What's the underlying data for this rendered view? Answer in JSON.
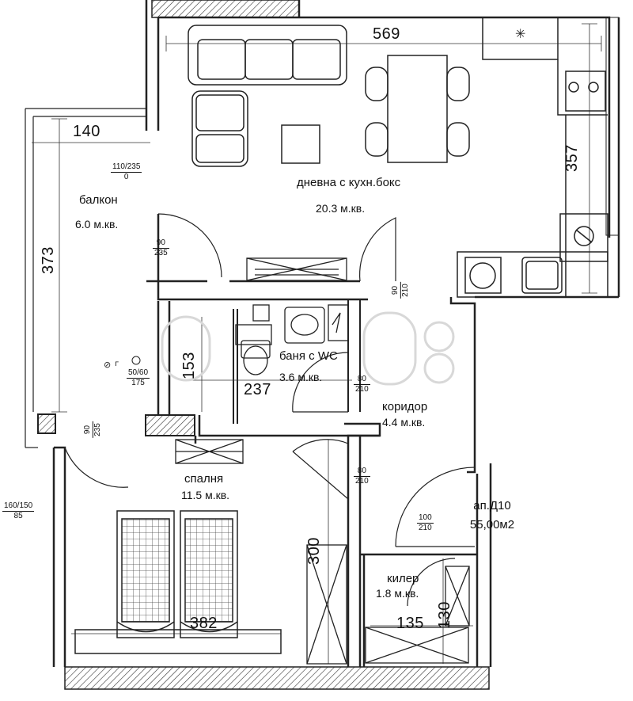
{
  "rooms": {
    "living": {
      "name": "дневна с кухн.бокс",
      "area": "20.3 м.кв."
    },
    "balcony": {
      "name": "балкон",
      "area": "6.0 м.кв."
    },
    "bathroom": {
      "name": "баня с WC",
      "area": "3.6 м.кв."
    },
    "corridor": {
      "name": "коридор",
      "area": "4.4 м.кв."
    },
    "bedroom": {
      "name": "спалня",
      "area": "11.5 м.кв."
    },
    "storage": {
      "name": "килер",
      "area": "1.8 м.кв."
    }
  },
  "apartment": {
    "id": "ап.Д10",
    "area": "55,00м2"
  },
  "dimensions": {
    "living_width": "569",
    "living_depth": "357",
    "balcony_width": "140",
    "balcony_length": "373",
    "bathroom_width": "237",
    "bathroom_depth": "153",
    "bedroom_width": "382",
    "bedroom_depth": "300",
    "storage_width": "135",
    "storage_depth": "130"
  },
  "openings": [
    {
      "id": "balcony-window",
      "width": "110/235",
      "height": "0"
    },
    {
      "id": "balcony-door",
      "width": "90",
      "height": "235"
    },
    {
      "id": "living-door",
      "width": "90",
      "height": "210"
    },
    {
      "id": "bath-window",
      "width": "50/60",
      "height": "175"
    },
    {
      "id": "bath-door",
      "width": "80",
      "height": "210"
    },
    {
      "id": "bedroom-balcony-door",
      "width": "90",
      "height": "235"
    },
    {
      "id": "bedroom-door",
      "width": "80",
      "height": "210"
    },
    {
      "id": "entrance-door",
      "width": "100",
      "height": "210"
    },
    {
      "id": "bedroom-window",
      "width": "160/150",
      "height": "85"
    }
  ],
  "symbols": {
    "gas_meter": "г"
  }
}
